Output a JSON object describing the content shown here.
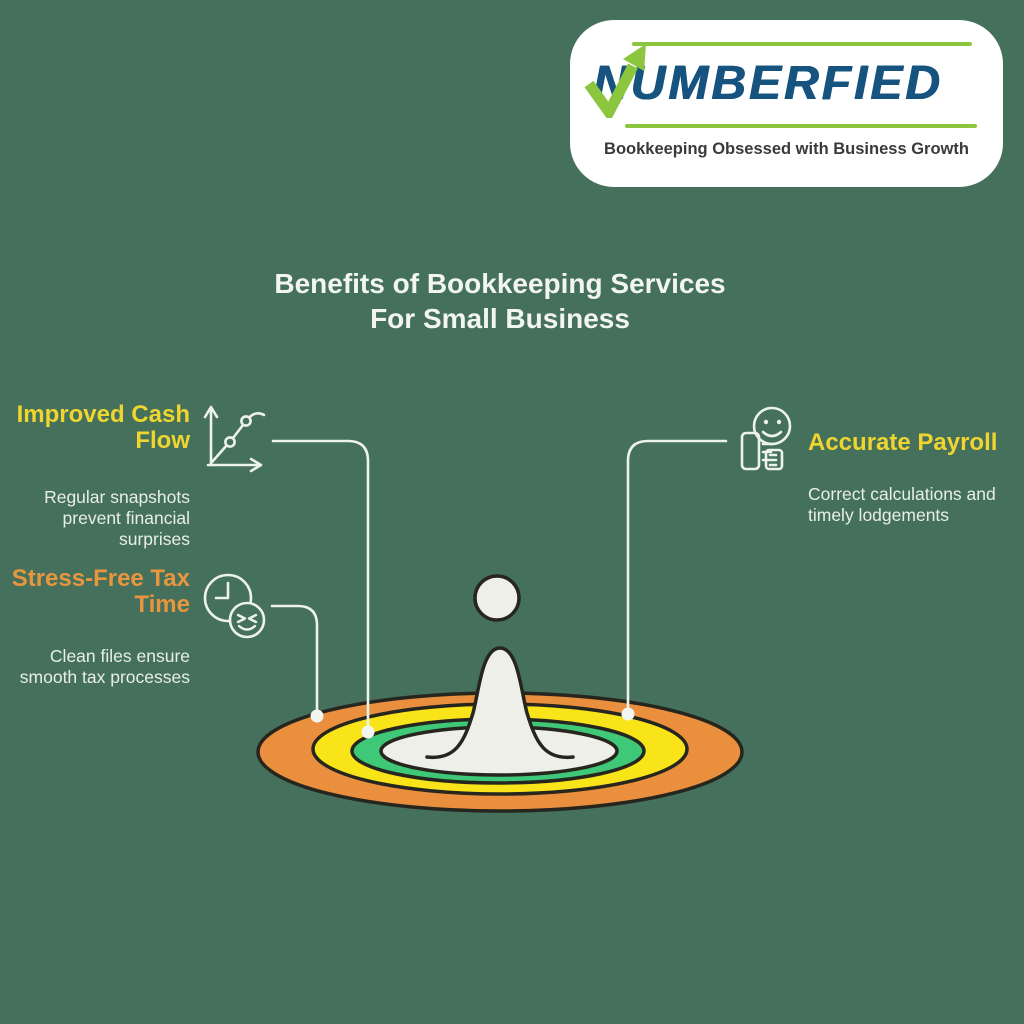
{
  "logo": {
    "brand": "NUMBERFIED",
    "tagline": "Bookkeeping Obsessed with Business Growth",
    "icon": "growth-arrow-check-icon"
  },
  "title": {
    "line1": "Benefits of Bookkeeping Services",
    "line2": "For Small Business"
  },
  "benefits": [
    {
      "title": "Improved Cash Flow",
      "description": "Regular snapshots prevent financial surprises",
      "icon": "growth-chart-icon",
      "title_color": "#F0D52F"
    },
    {
      "title": "Stress-Free Tax Time",
      "description": "Clean files ensure smooth tax processes",
      "icon": "clock-smiley-icon",
      "title_color": "#E8963E"
    },
    {
      "title": "Accurate Payroll",
      "description": "Correct calculations and timely lodgements",
      "icon": "payroll-calculator-smiley-icon",
      "title_color": "#F0D52F"
    }
  ],
  "illustration": {
    "name": "water-droplet-ripple",
    "ring_colors": [
      "#E98F3E",
      "#F9E41A",
      "#3EC878",
      "#EFEFE9"
    ],
    "outline_color": "#26261E"
  },
  "colors": {
    "background": "#44705C",
    "logo_blue": "#17537F",
    "logo_green": "#8CC63E",
    "heading_yellow": "#F0D52F",
    "heading_orange": "#E8963E",
    "body_text": "#E9EEE7",
    "title_text": "#F3F5F0",
    "connector": "#EDF2EB"
  }
}
